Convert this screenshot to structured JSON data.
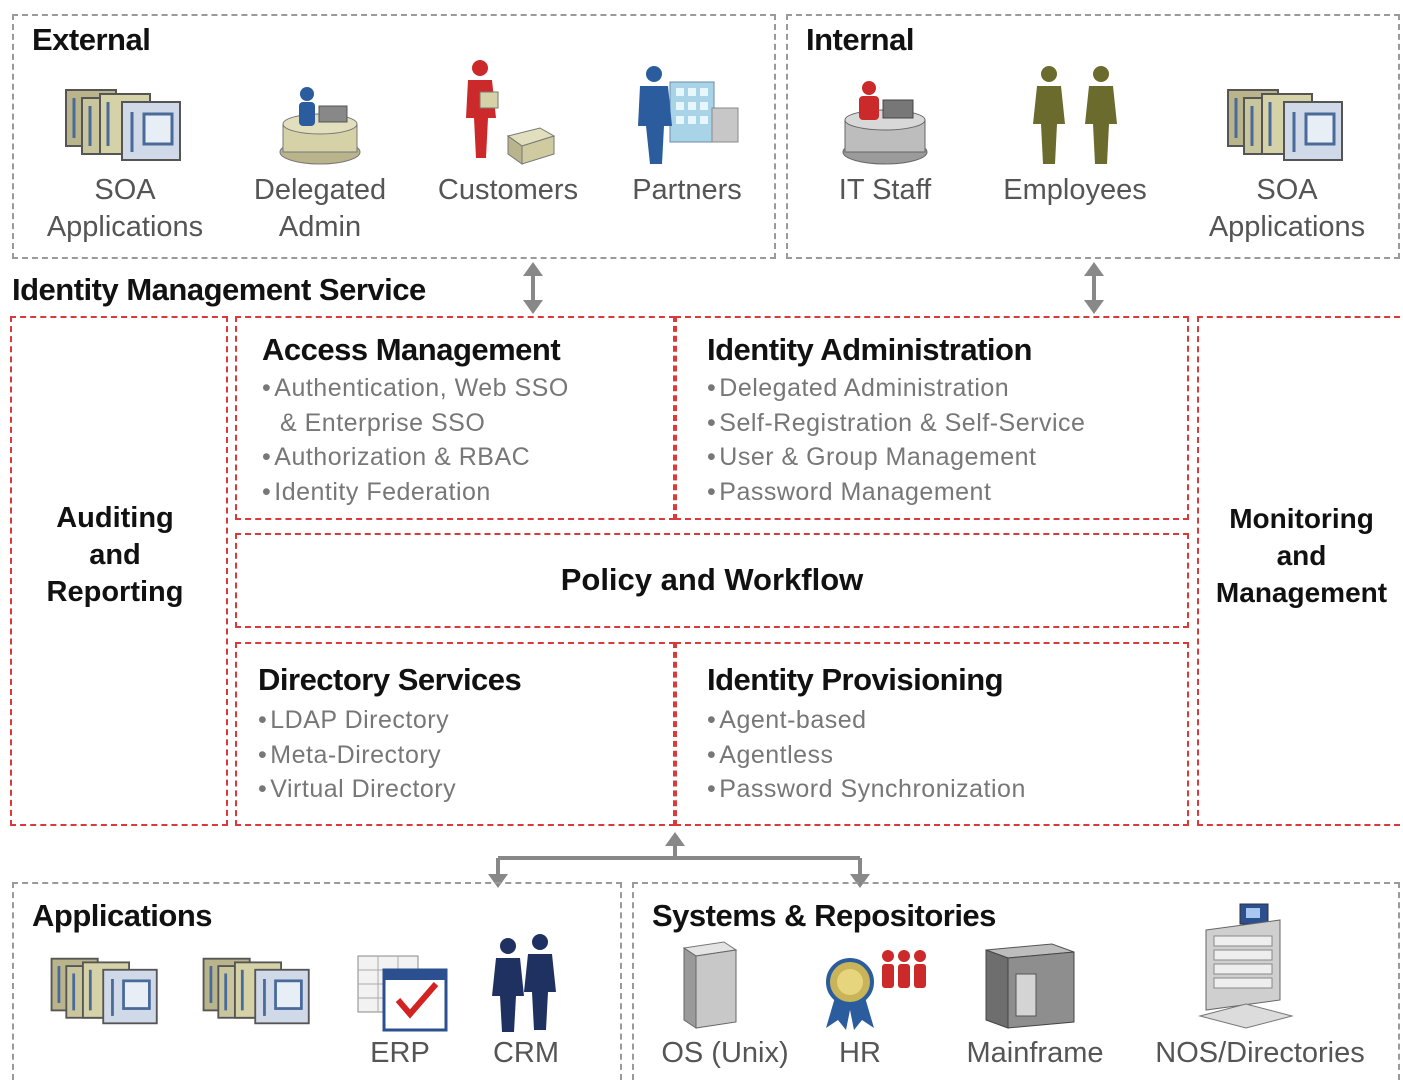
{
  "external": {
    "title": "External",
    "items": [
      {
        "label_1": "SOA",
        "label_2": "Applications",
        "icon": "soa-applications-icon"
      },
      {
        "label_1": "Delegated",
        "label_2": "Admin",
        "icon": "delegated-admin-icon"
      },
      {
        "label_1": "Customers",
        "icon": "customers-icon"
      },
      {
        "label_1": "Partners",
        "icon": "partners-icon"
      }
    ]
  },
  "internal": {
    "title": "Internal",
    "items": [
      {
        "label_1": "IT Staff",
        "icon": "it-staff-icon"
      },
      {
        "label_1": "Employees",
        "icon": "employees-icon"
      },
      {
        "label_1": "SOA",
        "label_2": "Applications",
        "icon": "soa-applications-icon"
      }
    ]
  },
  "service": {
    "title": "Identity Management Service",
    "auditing": {
      "line1": "Auditing",
      "line2": "and",
      "line3": "Reporting"
    },
    "monitoring": {
      "line1": "Monitoring",
      "line2": "and",
      "line3": "Management"
    },
    "access_management": {
      "title": "Access Management",
      "bullets": [
        "Authentication, Web SSO",
        "& Enterprise SSO",
        "Authorization & RBAC",
        "Identity Federation"
      ]
    },
    "identity_administration": {
      "title": "Identity Administration",
      "bullets": [
        "Delegated Administration",
        "Self-Registration & Self-Service",
        "User & Group Management",
        "Password Management"
      ]
    },
    "policy_workflow": {
      "title": "Policy and Workflow"
    },
    "directory_services": {
      "title": "Directory Services",
      "bullets": [
        "LDAP Directory",
        "Meta-Directory",
        "Virtual Directory"
      ]
    },
    "identity_provisioning": {
      "title": "Identity Provisioning",
      "bullets": [
        "Agent-based",
        "Agentless",
        "Password Synchronization"
      ]
    }
  },
  "applications": {
    "title": "Applications",
    "labels": {
      "erp": "ERP",
      "crm": "CRM"
    }
  },
  "systems": {
    "title": "Systems & Repositories",
    "labels": {
      "os": "OS (Unix)",
      "hr": "HR",
      "mainframe": "Mainframe",
      "nos": "NOS/Directories"
    }
  },
  "colors": {
    "red_dash": "#d93a3a",
    "gray_dash": "#9a9a9a",
    "arrow": "#888888",
    "customer_red": "#cc2a2a",
    "partner_blue": "#2b5d9e",
    "employee_olive": "#6b6b2e",
    "crm_navy": "#1f3160"
  }
}
